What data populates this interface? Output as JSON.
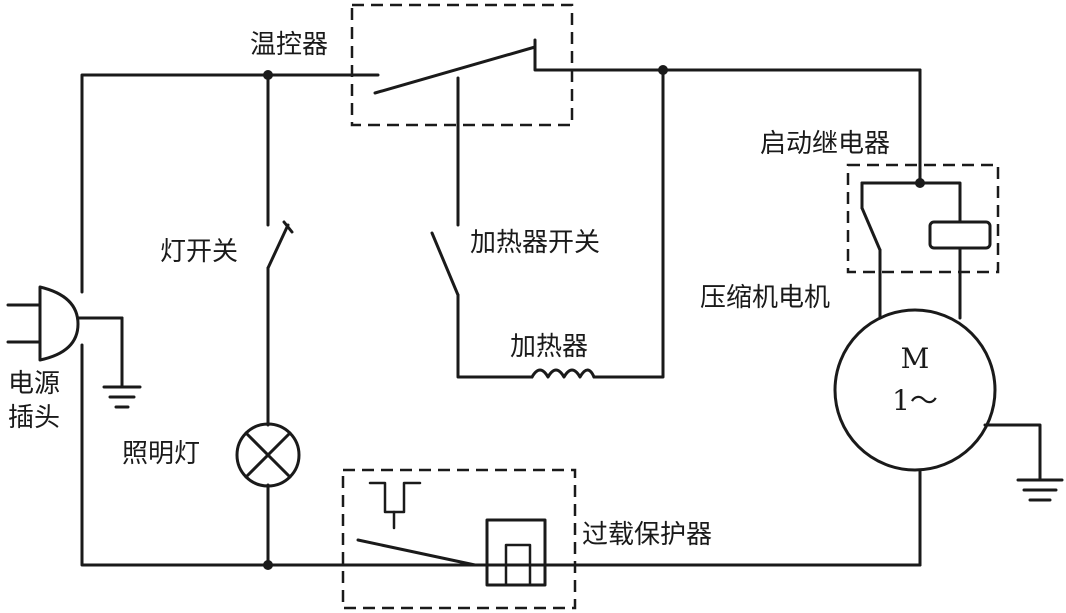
{
  "labels": {
    "thermostat": "温控器",
    "start_relay": "启动继电器",
    "lamp_switch": "灯开关",
    "heater_switch": "加热器开关",
    "compressor_motor": "压缩机电机",
    "heater": "加热器",
    "power_plug_line1": "电源",
    "power_plug_line2": "插头",
    "lamp": "照明灯",
    "overload_protector": "过载保护器"
  },
  "motor": {
    "letter": "M",
    "phase": "1～"
  }
}
